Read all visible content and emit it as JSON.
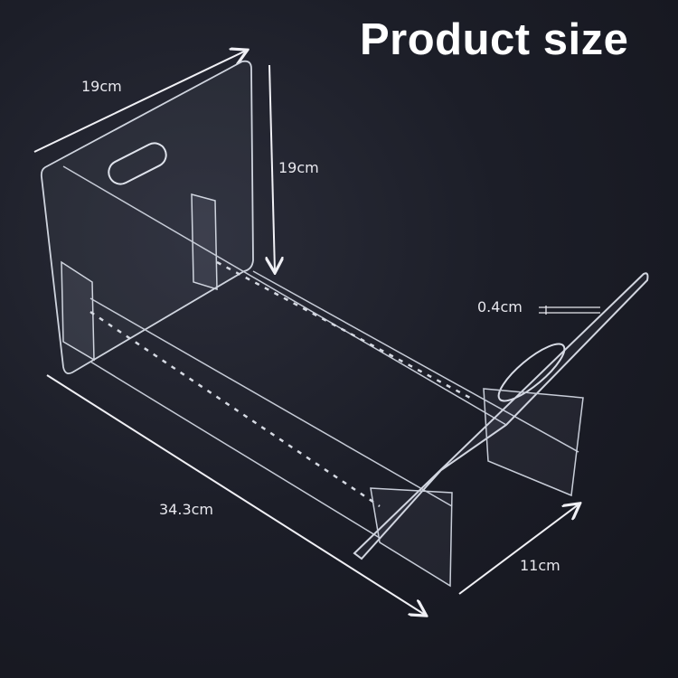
{
  "title": "Product size",
  "dimensions": {
    "panel_width": "19cm",
    "panel_height": "19cm",
    "thickness": "0.4cm",
    "length": "34.3cm",
    "base_width": "11cm"
  },
  "colors": {
    "background": "#1c1e28",
    "text": "#ffffff",
    "acrylic_edge": "#d8dce6"
  }
}
